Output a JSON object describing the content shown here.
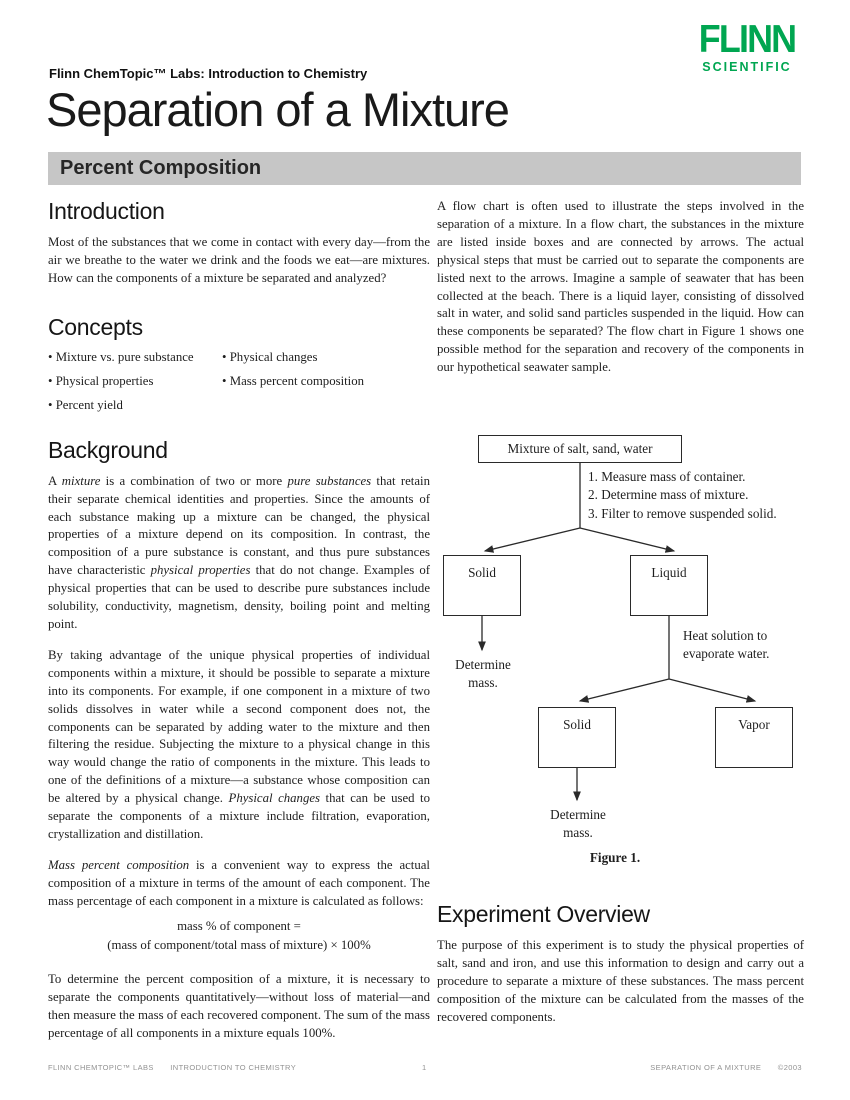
{
  "header": {
    "logo": {
      "line1": "FLINN",
      "line2": "SCIENTIFIC",
      "color": "#00A651"
    },
    "kicker": "Flinn ChemTopic™ Labs: Introduction to Chemistry",
    "title": "Separation of a Mixture",
    "subtitle": "Percent Composition"
  },
  "left": {
    "intro_heading": "Introduction",
    "intro_text": "Most of the substances that we come in contact with every day—from the air we breathe to the water we drink and the foods we eat—are mixtures. How can the components of a mixture be separated and analyzed?",
    "concepts_heading": "Concepts",
    "concepts": [
      "Mixture vs. pure substance",
      "Physical changes",
      "Physical properties",
      "Mass percent composition",
      "Percent yield"
    ],
    "background_heading": "Background",
    "background_p1_html": "A <i>mixture</i> is a combination of two or more <i>pure substances</i> that retain their separate chemical identities and properties. Since the amounts of each substance making up a mixture can be changed, the physical properties of a mixture depend on its composition. In contrast, the composition of a pure substance is constant, and thus pure substances have characteristic <i>physical properties</i> that do not change. Examples of physical properties that can be used to describe pure substances include solubility, conductivity, magnetism, density, boiling point and melting point.",
    "background_p2_html": "By taking advantage of the unique physical properties of individual components within a mixture, it should be possible to separate a mixture into its components. For example, if one component in a mixture of two solids dissolves in water while a second component does not, the components can be separated by adding water to the mixture and then filtering the residue. Subjecting the mixture to a physical change in this way would change the ratio of components in the mixture. This leads to one of the definitions of a mixture—a substance whose composition can be altered by a physical change. <i>Physical changes</i> that can be used to separate the components of a mixture include filtration, evaporation, crystallization and distillation.",
    "background_p3_html": "<i>Mass percent composition</i> is a convenient way to express the actual composition of a mixture in terms of the amount of each component. The mass percentage of each component in a mixture is calculated as follows:",
    "equation_line1": "mass % of component =",
    "equation_line2": "(mass of component/total mass of mixture) × 100%",
    "background_p4": "To determine the percent composition of a mixture, it is necessary to separate the components quantitatively—without loss of material—and then measure the mass of each recovered component. The sum of the mass percentage of all components in a mixture equals 100%."
  },
  "right": {
    "flow_intro": "A flow chart is often used to illustrate the steps involved in the separation of a mixture. In a flow chart, the substances in the mixture are listed inside boxes and are connected by arrows. The actual physical steps that must be carried out to separate the components are listed next to the arrows. Imagine a sample of seawater that has been collected at the beach. There is a liquid layer, consisting of dissolved salt in water, and solid sand particles suspended in the liquid. How can these components be separated? The flow chart in Figure 1 shows one possible method for the separation and recovery of the components in our hypothetical seawater sample.",
    "figure": {
      "box_mixture": "Mixture of salt, sand, water",
      "steps": [
        "1. Measure mass of container.",
        "2. Determine mass of mixture.",
        "3. Filter to remove suspended solid."
      ],
      "box_solid_1": "Solid",
      "box_liquid": "Liquid",
      "determine_mass_1_line1": "Determine",
      "determine_mass_1_line2": "mass.",
      "heat_line1": "Heat solution to",
      "heat_line2": "evaporate water.",
      "box_solid_2": "Solid",
      "box_vapor": "Vapor",
      "determine_mass_2_line1": "Determine",
      "determine_mass_2_line2": "mass.",
      "caption": "Figure 1."
    },
    "overview_heading": "Experiment Overview",
    "overview_text": "The purpose of this experiment is to study the physical properties of salt, sand and iron, and use this information to design and carry out a procedure to separate a mixture of these substances. The mass percent composition of the mixture can be calculated from the masses of the recovered components."
  },
  "footer": {
    "left_a": "FLINN CHEMTOPIC™ LABS",
    "left_b": "INTRODUCTION TO CHEMISTRY",
    "page_number": "1",
    "right_a": "SEPARATION OF A MIXTURE",
    "right_b": "©2003"
  }
}
